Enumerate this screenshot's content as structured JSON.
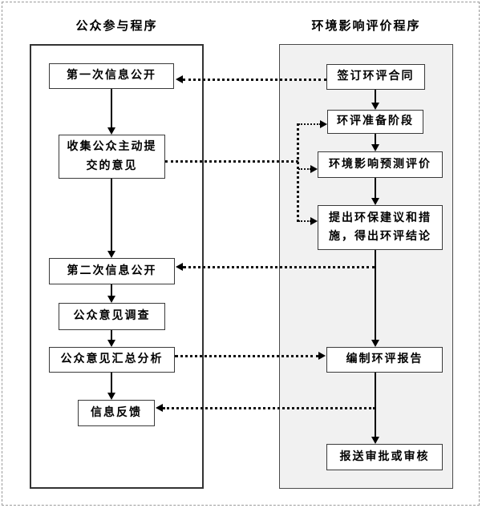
{
  "diagram": {
    "left": {
      "title": "公众参与程序",
      "nodes": [
        {
          "id": "l1",
          "label": "第一次信息公开"
        },
        {
          "id": "l2",
          "label": "收集公众主动提交的意见"
        },
        {
          "id": "l3",
          "label": "第二次信息公开"
        },
        {
          "id": "l4",
          "label": "公众意见调查"
        },
        {
          "id": "l5",
          "label": "公众意见汇总分析"
        },
        {
          "id": "l6",
          "label": "信息反馈"
        }
      ]
    },
    "right": {
      "title": "环境影响评价程序",
      "nodes": [
        {
          "id": "r1",
          "label": "签订环评合同"
        },
        {
          "id": "r2",
          "label": "环评准备阶段"
        },
        {
          "id": "r3",
          "label": "环境影响预测评价"
        },
        {
          "id": "r4",
          "label": "提出环保建议和措施，得出环评结论"
        },
        {
          "id": "r5",
          "label": "编制环评报告"
        },
        {
          "id": "r6",
          "label": "报送审批或审核"
        }
      ]
    },
    "connections": [
      {
        "from": "l1",
        "to": "l2",
        "style": "solid-arrow"
      },
      {
        "from": "l2",
        "to": "l3",
        "style": "solid-arrow"
      },
      {
        "from": "l3",
        "to": "l4",
        "style": "solid-arrow"
      },
      {
        "from": "l4",
        "to": "l5",
        "style": "solid-arrow"
      },
      {
        "from": "l5",
        "to": "l6",
        "style": "solid-arrow"
      },
      {
        "from": "r1",
        "to": "r2",
        "style": "solid-arrow"
      },
      {
        "from": "r2",
        "to": "r3",
        "style": "solid-arrow"
      },
      {
        "from": "r3",
        "to": "r4",
        "style": "solid-arrow"
      },
      {
        "from": "r4",
        "to": "r5",
        "style": "solid-arrow"
      },
      {
        "from": "r5",
        "to": "r6",
        "style": "solid-arrow"
      },
      {
        "from": "r1",
        "to": "l1",
        "style": "dotted-arrow"
      },
      {
        "from": "l2",
        "to": "r2",
        "style": "dotted-arrow"
      },
      {
        "from": "l2",
        "to": "r3",
        "style": "dotted-arrow"
      },
      {
        "from": "l2",
        "to": "r4",
        "style": "dotted-arrow"
      },
      {
        "from": "r4-r5-line",
        "to": "l3",
        "style": "dotted-arrow"
      },
      {
        "from": "l5",
        "to": "r5",
        "style": "dotted-arrow"
      },
      {
        "from": "r5-r6-line",
        "to": "l6",
        "style": "dotted-arrow"
      }
    ],
    "colors": {
      "container_right_fill": "#f1f1f1",
      "box_border": "#3a3a3a",
      "line": "#000000",
      "page_border": "#9a9a9a"
    }
  }
}
